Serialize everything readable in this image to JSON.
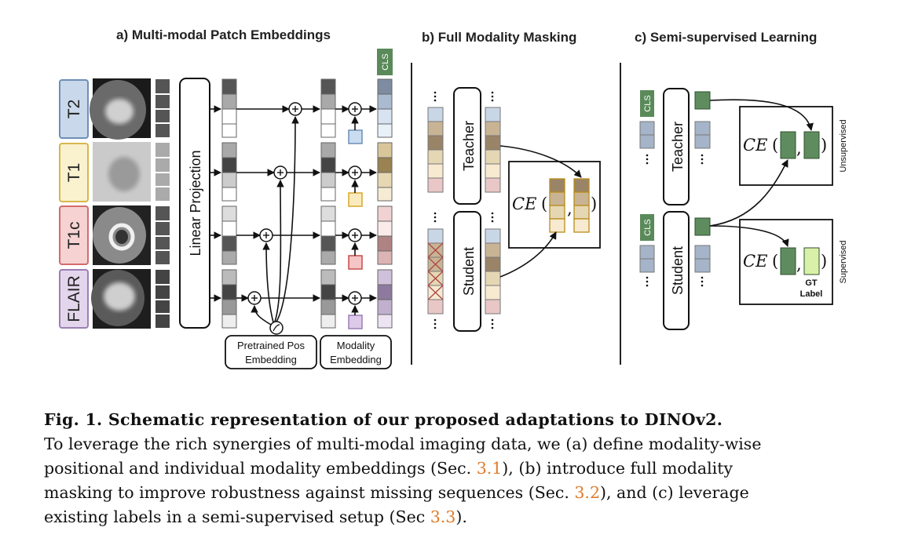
{
  "panels": {
    "a_title": "a) Multi-modal Patch Embeddings",
    "b_title": "b) Full Modality Masking",
    "c_title": "c) Semi-supervised Learning"
  },
  "modalities": [
    {
      "label": "T2",
      "fill": "#c9d8ea",
      "stroke": "#6d8fb5"
    },
    {
      "label": "T1",
      "fill": "#faf1cf",
      "stroke": "#d8b64a"
    },
    {
      "label": "T1c",
      "fill": "#f6d2d2",
      "stroke": "#d36b6b"
    },
    {
      "label": "FLAIR",
      "fill": "#e3d6ec",
      "stroke": "#9b7fb5"
    }
  ],
  "labels": {
    "linear_projection": "Linear Projection",
    "pos_embedding_line1": "Pretrained Pos",
    "pos_embedding_line2": "Embedding",
    "mod_embedding_line1": "Modality",
    "mod_embedding_line2": "Embedding",
    "cls": "CLS",
    "teacher": "Teacher",
    "student": "Student",
    "ce": "CE",
    "gt": "GT",
    "gt_label": "Label",
    "unsupervised": "Unsupervised",
    "supervised": "Supervised"
  },
  "colors": {
    "cls_green": "#5a8a5a",
    "token_green": "#5e8c5e",
    "gt_green": "#d9f0a8"
  },
  "caption": {
    "heading": "Fig. 1. Schematic representation of our proposed adaptations to DINOv2.",
    "t1": "To leverage the rich synergies of multi-modal imaging data, we (a) define modality-wise",
    "t2": "positional and individual modality embeddings (Sec. ",
    "r1": "3.1",
    "t3": "), (b) introduce full modality",
    "t4": "masking to improve robustness against missing sequences (Sec. ",
    "r2": "3.2",
    "t5": "), and (c) leverage",
    "t6": "existing labels in a semi-supervised setup (Sec ",
    "r3": "3.3",
    "t7": ")."
  }
}
